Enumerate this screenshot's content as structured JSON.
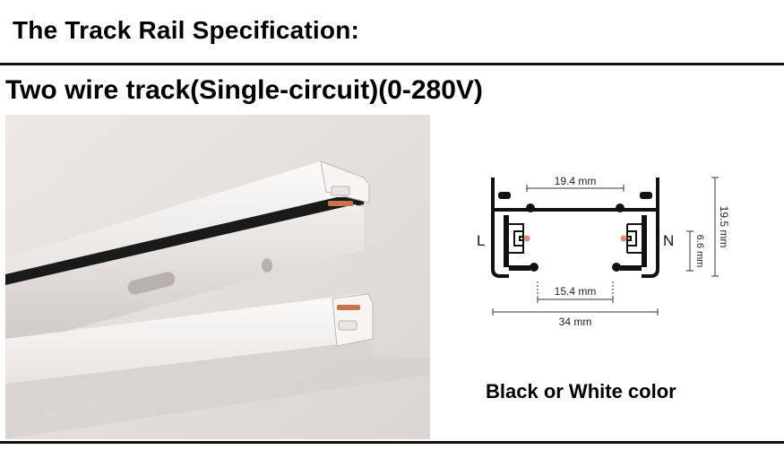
{
  "page": {
    "title": "The Track Rail Specification:",
    "subtitle": "Two wire track(Single-circuit)(0-280V)",
    "color_note": "Black or White color"
  },
  "diagram": {
    "label_live": "L",
    "label_neutral": "N",
    "dim_top_inner": "19.4 mm",
    "dim_bottom_inner": "15.4 mm",
    "dim_overall_width": "34 mm",
    "dim_height": "19.5 mm",
    "dim_slot": "6.6 mm"
  },
  "colors": {
    "rail_white": "#f4f2f0",
    "rail_shadow": "#c9c4c0",
    "wall": "#e6e1de",
    "copper": "#c8744a",
    "profile_black": "#111111"
  }
}
